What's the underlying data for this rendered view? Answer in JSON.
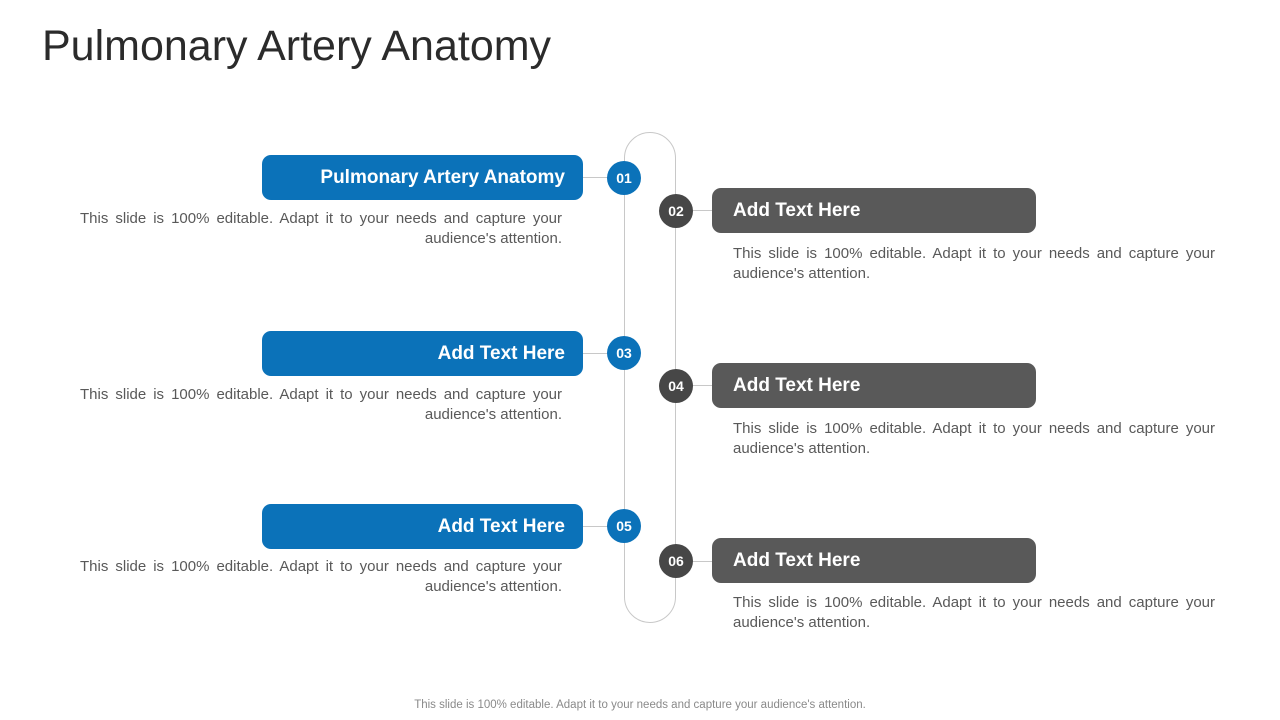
{
  "title": "Pulmonary Artery Anatomy",
  "footer": "This slide is 100% editable. Adapt it to your needs and capture your audience's attention.",
  "colors": {
    "accent_blue": "#0b72b9",
    "box_gray": "#595959",
    "circle_gray": "#474747",
    "line_gray": "#c8c8c8",
    "text_gray": "#595959",
    "title_color": "#2b2b2b",
    "footer_gray": "#8a8a8a"
  },
  "items": [
    {
      "number": "01",
      "label": "Pulmonary Artery Anatomy",
      "side": "left",
      "description": "This slide is 100% editable. Adapt it to your needs and capture your audience's attention."
    },
    {
      "number": "02",
      "label": "Add Text Here",
      "side": "right",
      "description": "This slide is 100% editable. Adapt it to your needs and capture your audience's attention."
    },
    {
      "number": "03",
      "label": "Add Text Here",
      "side": "left",
      "description": "This slide is 100% editable. Adapt it to your needs and capture your audience's attention."
    },
    {
      "number": "04",
      "label": "Add Text Here",
      "side": "right",
      "description": "This slide is 100% editable. Adapt it to your needs and capture your audience's attention."
    },
    {
      "number": "05",
      "label": "Add Text Here",
      "side": "left",
      "description": "This slide is 100% editable. Adapt it to your needs and capture your audience's attention."
    },
    {
      "number": "06",
      "label": "Add Text Here",
      "side": "right",
      "description": "This slide is 100% editable. Adapt it to your needs and capture your audience's attention."
    }
  ]
}
